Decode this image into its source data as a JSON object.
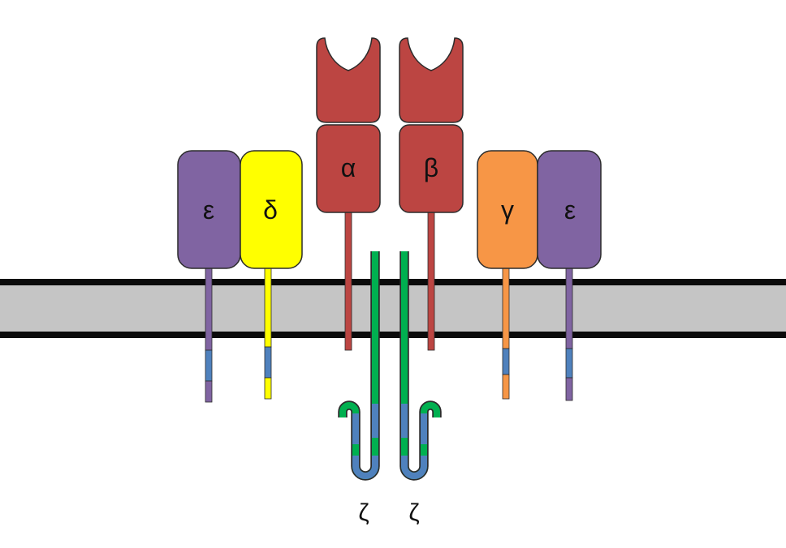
{
  "membrane": {
    "fill": "#C5C5C5",
    "border": "#0B0B0B"
  },
  "accents": {
    "itam_blue": "#4F81BD",
    "outline": "#2B2B2B"
  },
  "subunits": [
    {
      "id": "epsilon-left",
      "label": "ε",
      "color": "#8064A2"
    },
    {
      "id": "delta",
      "label": "δ",
      "color": "#FFFF00"
    },
    {
      "id": "alpha",
      "label": "α",
      "color": "#BC4542"
    },
    {
      "id": "beta",
      "label": "β",
      "color": "#BC4542"
    },
    {
      "id": "gamma",
      "label": "γ",
      "color": "#F79646"
    },
    {
      "id": "epsilon-right",
      "label": "ε",
      "color": "#8064A2"
    },
    {
      "id": "zeta-left",
      "label": "ζ",
      "color": "#00B050"
    },
    {
      "id": "zeta-right",
      "label": "ζ",
      "color": "#00B050"
    }
  ]
}
